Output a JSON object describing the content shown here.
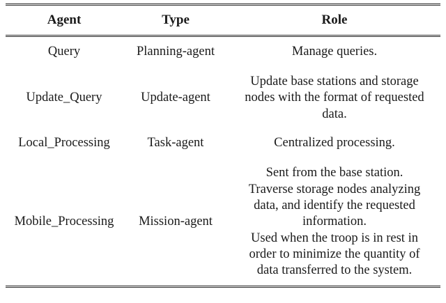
{
  "table": {
    "columns": [
      {
        "key": "agent",
        "label": "Agent"
      },
      {
        "key": "type",
        "label": "Type"
      },
      {
        "key": "role",
        "label": "Role"
      }
    ],
    "rows": [
      {
        "agent": "Query",
        "type": "Planning-agent",
        "role_lines": [
          "Manage queries."
        ],
        "role": "Manage queries."
      },
      {
        "agent": "Update_Query",
        "type": "Update-agent",
        "role_lines": [
          "Update base stations and storage",
          "nodes with the format of requested",
          "data."
        ],
        "role": "Update base stations and storage nodes with the format of requested data."
      },
      {
        "agent": "Local_Processing",
        "type": "Task-agent",
        "role_lines": [
          "Centralized processing."
        ],
        "role": "Centralized processing."
      },
      {
        "agent": "Mobile_Processing",
        "type": "Mission-agent",
        "role_lines": [
          "Sent from the base station.",
          "Traverse storage nodes analyzing",
          "data, and identify the requested",
          "information.",
          "Used when the troop is in rest in",
          "order to minimize the quantity of",
          "data transferred to the system."
        ],
        "role": "Sent from the base station. Traverse storage nodes analyzing data, and identify the requested information. Used when the troop is in rest in order to minimize the quantity of data transferred to the system."
      }
    ]
  },
  "style": {
    "rule_color": "#2b2b2b",
    "text_color": "#1a1a1a",
    "background": "#ffffff"
  }
}
